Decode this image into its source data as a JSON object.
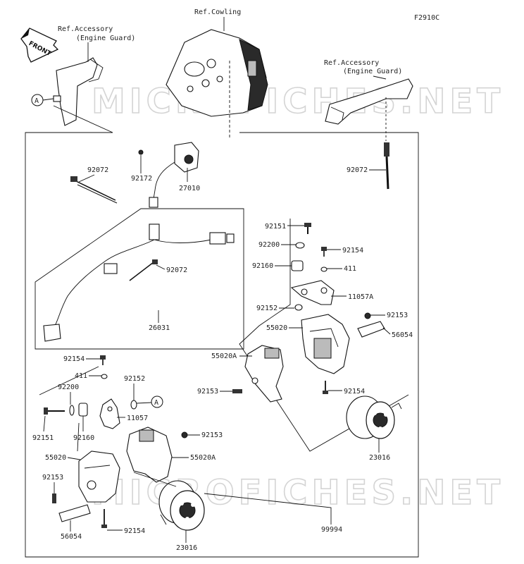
{
  "diagram_code": "F2910C",
  "watermarks": [
    "MICROFICHES.NET",
    "MICROFICHES.NET"
  ],
  "front_marker": "FRONT",
  "ref_labels": {
    "cowling": "Ref.Cowling",
    "accessory_left_1": "Ref.Accessory",
    "accessory_left_2": "(Engine Guard)",
    "accessory_right_1": "Ref.Accessory",
    "accessory_right_2": "(Engine Guard)"
  },
  "circle_marker": "A",
  "parts": {
    "p92072_left": "92072",
    "p92172": "92172",
    "p27010": "27010",
    "p92072_right": "92072",
    "p92072_harness": "92072",
    "p26031": "26031",
    "r_92151": "92151",
    "r_92200": "92200",
    "r_92154_top": "92154",
    "r_92160": "92160",
    "r_411": "411",
    "r_11057A": "11057A",
    "r_92152": "92152",
    "r_92153_top": "92153",
    "r_55020": "55020",
    "r_56054": "56054",
    "r_55020A": "55020A",
    "r_92153_mid": "92153",
    "r_92154_bot": "92154",
    "r_23016": "23016",
    "l_92154": "92154",
    "l_411": "411",
    "l_92200": "92200",
    "l_92152": "92152",
    "l_92151": "92151",
    "l_92160": "92160",
    "l_11057": "11057",
    "l_92153_a": "92153",
    "l_55020": "55020",
    "l_55020A": "55020A",
    "l_92153_b": "92153",
    "l_56054": "56054",
    "l_92154_b": "92154",
    "l_23016": "23016",
    "p99994": "99994"
  }
}
